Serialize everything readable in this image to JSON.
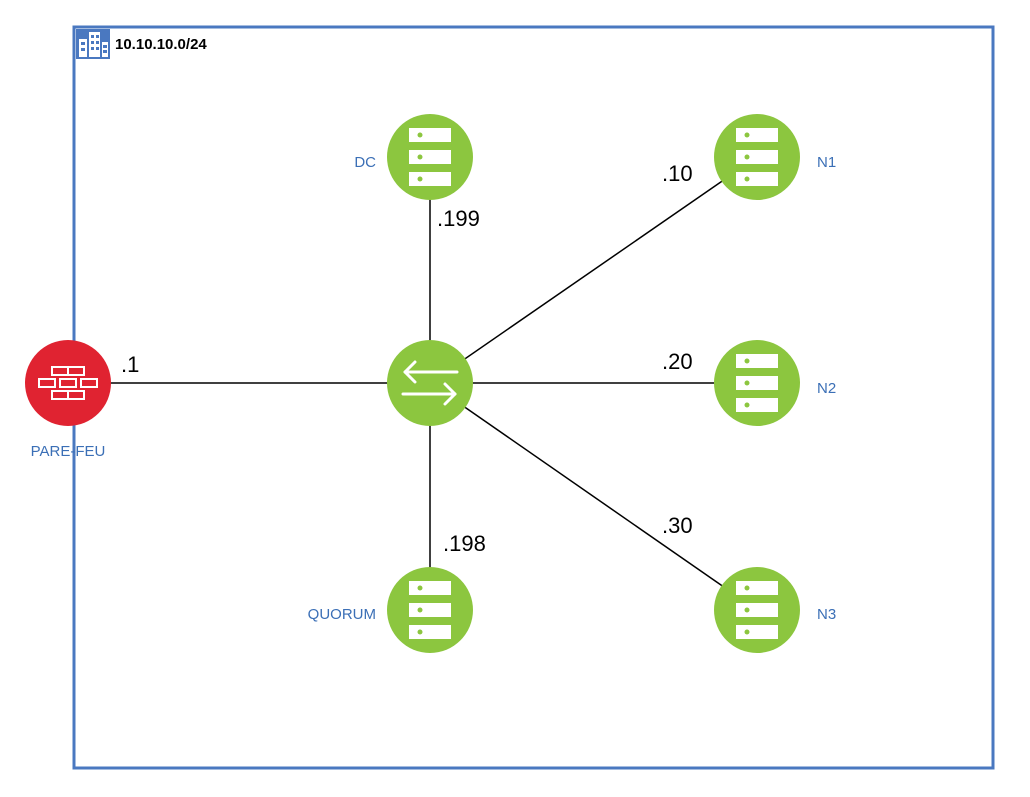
{
  "network": {
    "label": "10.10.10.0/24",
    "border_color": "#4a78c0",
    "icon": "building-icon"
  },
  "colors": {
    "server": "#8cc63f",
    "firewall": "#e02331",
    "link": "#000000",
    "node_label": "#3b6fb6"
  },
  "firewall": {
    "name": "PARE-FEU",
    "ip": ".1",
    "icon": "firewall-brick-icon"
  },
  "switch": {
    "icon": "switch-arrows-icon"
  },
  "servers": [
    {
      "id": "dc",
      "name": "DC",
      "ip": ".199",
      "icon": "server-icon"
    },
    {
      "id": "quorum",
      "name": "QUORUM",
      "ip": ".198",
      "icon": "server-icon"
    },
    {
      "id": "n1",
      "name": "N1",
      "ip": ".10",
      "icon": "server-icon"
    },
    {
      "id": "n2",
      "name": "N2",
      "ip": ".20",
      "icon": "server-icon"
    },
    {
      "id": "n3",
      "name": "N3",
      "ip": ".30",
      "icon": "server-icon"
    }
  ]
}
